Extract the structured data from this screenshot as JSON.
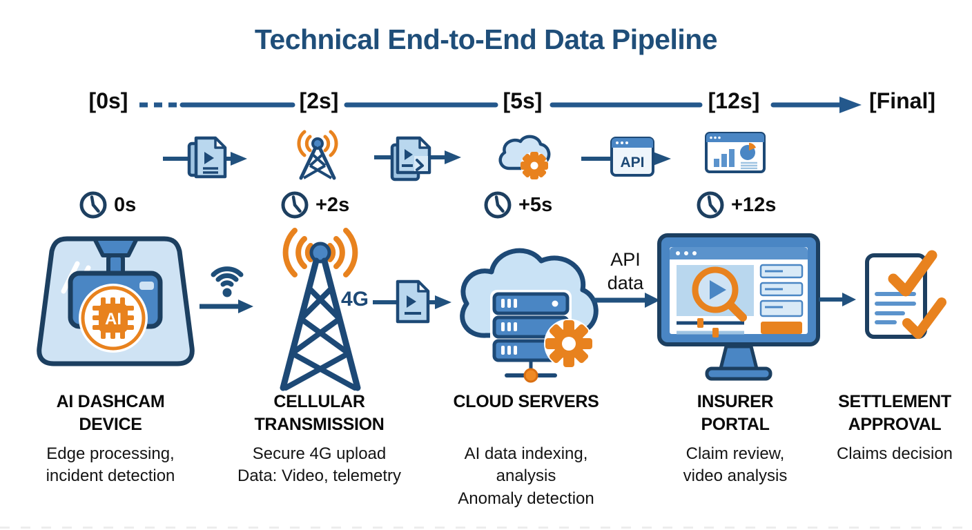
{
  "title": "Technical End-to-End Data Pipeline",
  "timeline": {
    "markers": [
      "[0s]",
      "[2s]",
      "[5s]",
      "[12s]",
      "[Final]"
    ]
  },
  "elapsed_times": [
    "0s",
    "+2s",
    "+5s",
    "+12s"
  ],
  "annotations": {
    "network_type": "4G",
    "api_transfer": "API\ndata",
    "api_window": "API",
    "ai_chip": "AI"
  },
  "stages": [
    {
      "name": "AI DASHCAM\nDEVICE",
      "desc": "Edge processing,\nincident detection"
    },
    {
      "name": "CELLULAR\nTRANSMISSION",
      "desc": "Secure 4G upload\nData: Video, telemetry"
    },
    {
      "name": "CLOUD SERVERS",
      "desc": "AI data indexing,\nanalysis\nAnomaly detection"
    },
    {
      "name": "INSURER\nPORTAL",
      "desc": "Claim review,\nvideo analysis"
    },
    {
      "name": "SETTLEMENT\nAPPROVAL",
      "desc": "Claims decision"
    }
  ],
  "colors": {
    "title_blue": "#1f4e79",
    "accent_navy": "#1d4976",
    "outline_navy": "#1c3f60",
    "mid_blue": "#4a86c4",
    "light_blue": "#c9e2f5",
    "accent_orange": "#e8821e",
    "text_black": "#0d0d0d"
  }
}
